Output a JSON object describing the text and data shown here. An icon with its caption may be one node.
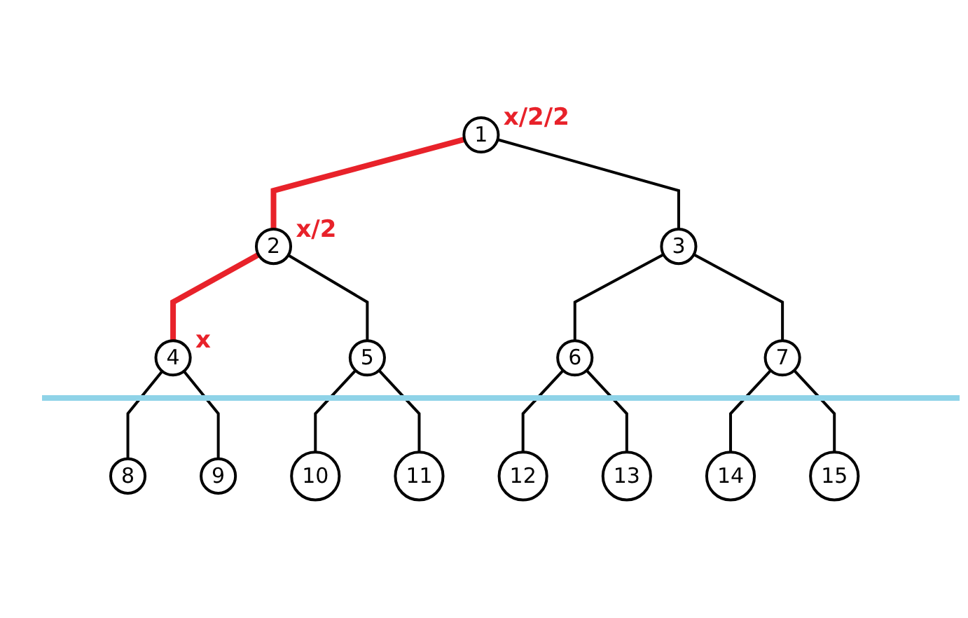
{
  "diagram": {
    "nodes": [
      {
        "text": [
          "1"
        ],
        "beside": [
          "x/2/2"
        ]
      },
      {
        "text": [
          "2"
        ],
        "beside": [
          "x/2"
        ]
      },
      {
        "text": [
          "3"
        ]
      },
      {
        "text": [
          "4"
        ],
        "beside": [
          "x"
        ]
      },
      {
        "text": [
          "5"
        ]
      },
      {
        "text": [
          "6"
        ]
      },
      {
        "text": [
          "7"
        ]
      },
      {
        "text": [
          "8"
        ]
      },
      {
        "text": [
          "9"
        ]
      },
      {
        "text": [
          "10"
        ]
      },
      {
        "text": [
          "11"
        ]
      },
      {
        "text": [
          "12"
        ]
      },
      {
        "text": [
          "13"
        ]
      },
      {
        "text": [
          "14"
        ]
      },
      {
        "text": [
          "15"
        ]
      }
    ],
    "edges": [
      {
        "from": 0,
        "to": 1,
        "arrow": "none",
        "style": "thick",
        "color": "#e8222a"
      },
      {
        "from": 0,
        "to": 2,
        "arrow": "none"
      },
      {
        "from": 1,
        "to": 3,
        "arrow": "none",
        "style": "thick",
        "color": "#e8222a"
      },
      {
        "from": 1,
        "to": 4,
        "arrow": "none"
      },
      {
        "from": 2,
        "to": 5,
        "arrow": "none"
      },
      {
        "from": 2,
        "to": 6,
        "arrow": "none"
      },
      {
        "from": 3,
        "to": 7,
        "arrow": "none"
      },
      {
        "from": 3,
        "to": 8,
        "arrow": "none"
      },
      {
        "from": 4,
        "to": 9,
        "arrow": "none"
      },
      {
        "from": 4,
        "to": 10,
        "arrow": "none"
      },
      {
        "from": 5,
        "to": 11,
        "arrow": "none"
      },
      {
        "from": 5,
        "to": 12,
        "arrow": "none"
      },
      {
        "from": 6,
        "to": 13,
        "arrow": "none"
      },
      {
        "from": 6,
        "to": 14,
        "arrow": "none"
      }
    ]
  }
}
